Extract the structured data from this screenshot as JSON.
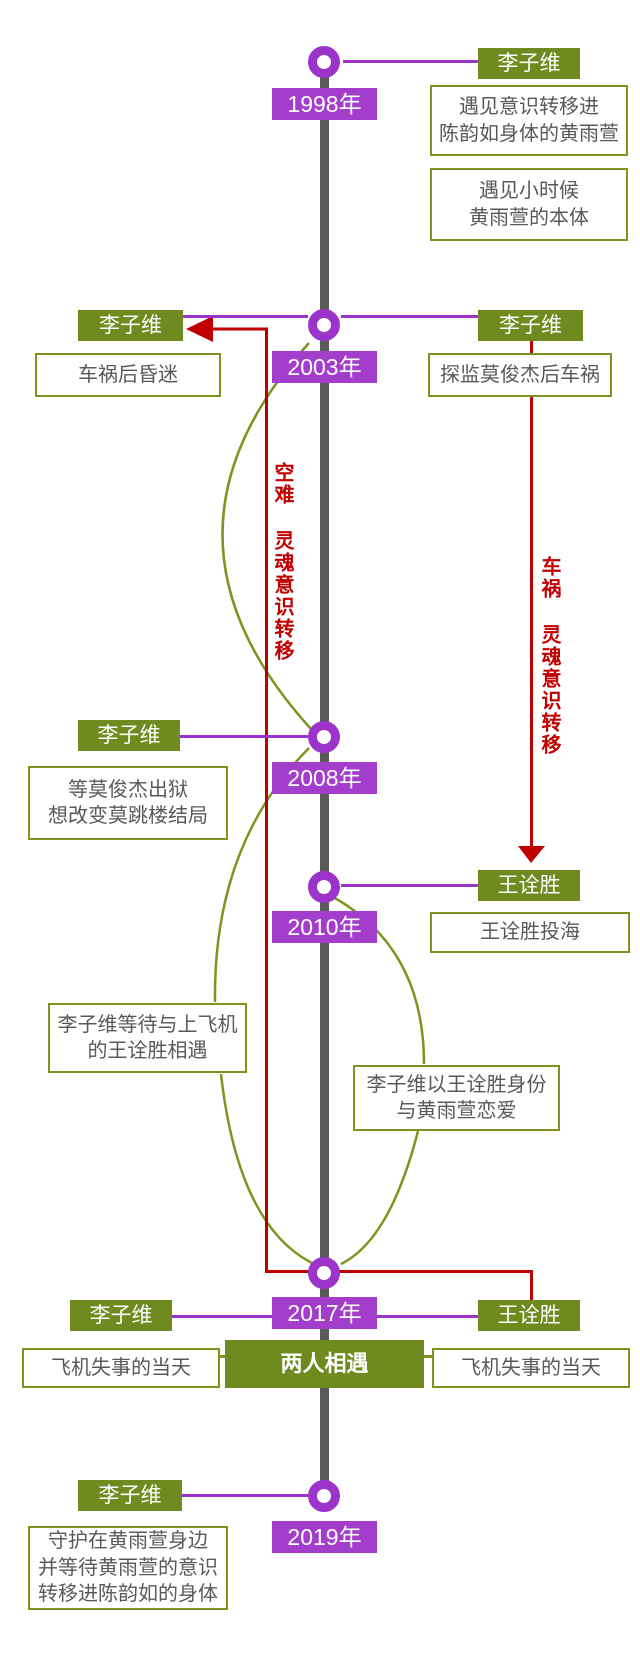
{
  "events": {
    "e1998": {
      "year": "1998年",
      "badge_right": "李子维",
      "note_a": {
        "l1": "遇见意识转移进",
        "l2": "陈韵如身体的黄雨萱"
      },
      "note_b": {
        "l1": "遇见小时候",
        "l2": "黄雨萱的本体"
      }
    },
    "e2003": {
      "year": "2003年",
      "badge_left": "李子维",
      "badge_right": "李子维",
      "note_left": "车祸后昏迷",
      "note_right": "探监莫俊杰后车祸"
    },
    "e2008": {
      "year": "2008年",
      "badge_left": "李子维",
      "note_left": {
        "l1": "等莫俊杰出狱",
        "l2": "想改变莫跳楼结局"
      }
    },
    "e2010": {
      "year": "2010年",
      "badge_right": "王诠胜",
      "note_right": "王诠胜投海"
    },
    "e2017": {
      "year": "2017年",
      "badge_left": "李子维",
      "badge_right": "王诠胜",
      "note_left": "飞机失事的当天",
      "note_right": "飞机失事的当天",
      "meet": "两人相遇"
    },
    "e2019": {
      "year": "2019年",
      "badge_left": "李子维",
      "note_left": {
        "l1": "守护在黄雨萱身边",
        "l2": "并等待黄雨萱的意识",
        "l3": "转移进陈韵如的身体"
      }
    }
  },
  "float_notes": {
    "wait": {
      "l1": "李子维等待与上飞机",
      "l2": "的王诠胜相遇"
    },
    "love": {
      "l1": "李子维以王诠胜身份",
      "l2": "与黄雨萱恋爱"
    }
  },
  "transfers": {
    "air_crash": "空难 灵魂意识转移",
    "car_crash": "车祸 灵魂意识转移"
  },
  "colors": {
    "purple": "#9c34cb",
    "olive": "#6f8a1e",
    "olive_border": "#7d941e",
    "red": "#c00000",
    "axis_gray": "#5a5a5a",
    "note_text": "#595959"
  }
}
